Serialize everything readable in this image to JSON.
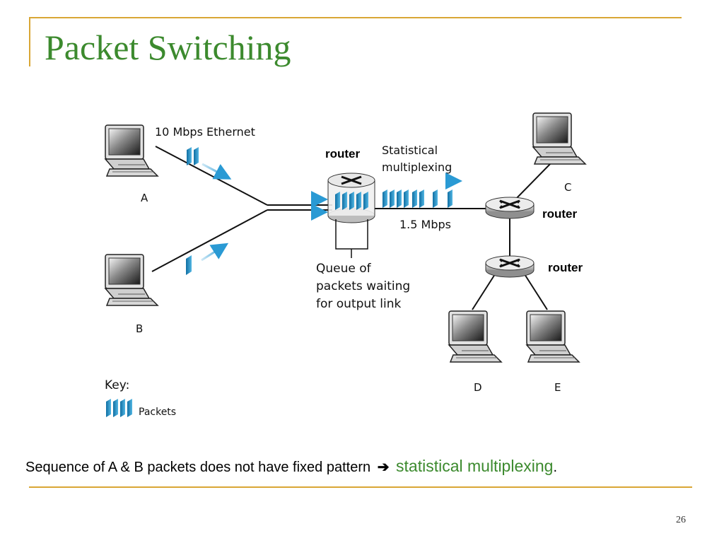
{
  "slide": {
    "title": "Packet Switching",
    "page_number": "26"
  },
  "diagram": {
    "link_a_label": "10 Mbps Ethernet",
    "link_out_label": "1.5 Mbps",
    "stat_mux_line1": "Statistical",
    "stat_mux_line2": "multiplexing",
    "router_labels": [
      "router",
      "router",
      "router"
    ],
    "queue_label_lines": [
      "Queue of",
      "packets waiting",
      "for output link"
    ],
    "hosts": [
      "A",
      "B",
      "C",
      "D",
      "E"
    ],
    "key_title": "Key:",
    "key_item": "Packets"
  },
  "caption": {
    "text": "Sequence of A & B packets does not have fixed pattern",
    "arrow": "➔",
    "accent": "statistical multiplexing",
    "end": "."
  },
  "colors": {
    "title_green": "#3c8a2e",
    "rule_gold": "#d9a635",
    "packet_blue": "#1f8ec4",
    "flow_arrow_blue": "#3aa3d8"
  }
}
